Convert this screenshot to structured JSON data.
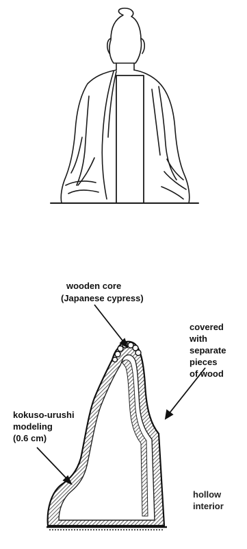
{
  "labels": {
    "wooden_core": {
      "line1": "wooden core",
      "line2": "(Japanese cypress)"
    },
    "covered": {
      "lines": [
        "covered",
        "with",
        "separate",
        "pieces",
        "of wood"
      ]
    },
    "kokuso": {
      "lines": [
        "kokuso-urushi",
        "modeling",
        "(0.6 cm)"
      ]
    },
    "hollow": {
      "lines": [
        "hollow",
        "interior"
      ]
    }
  }
}
